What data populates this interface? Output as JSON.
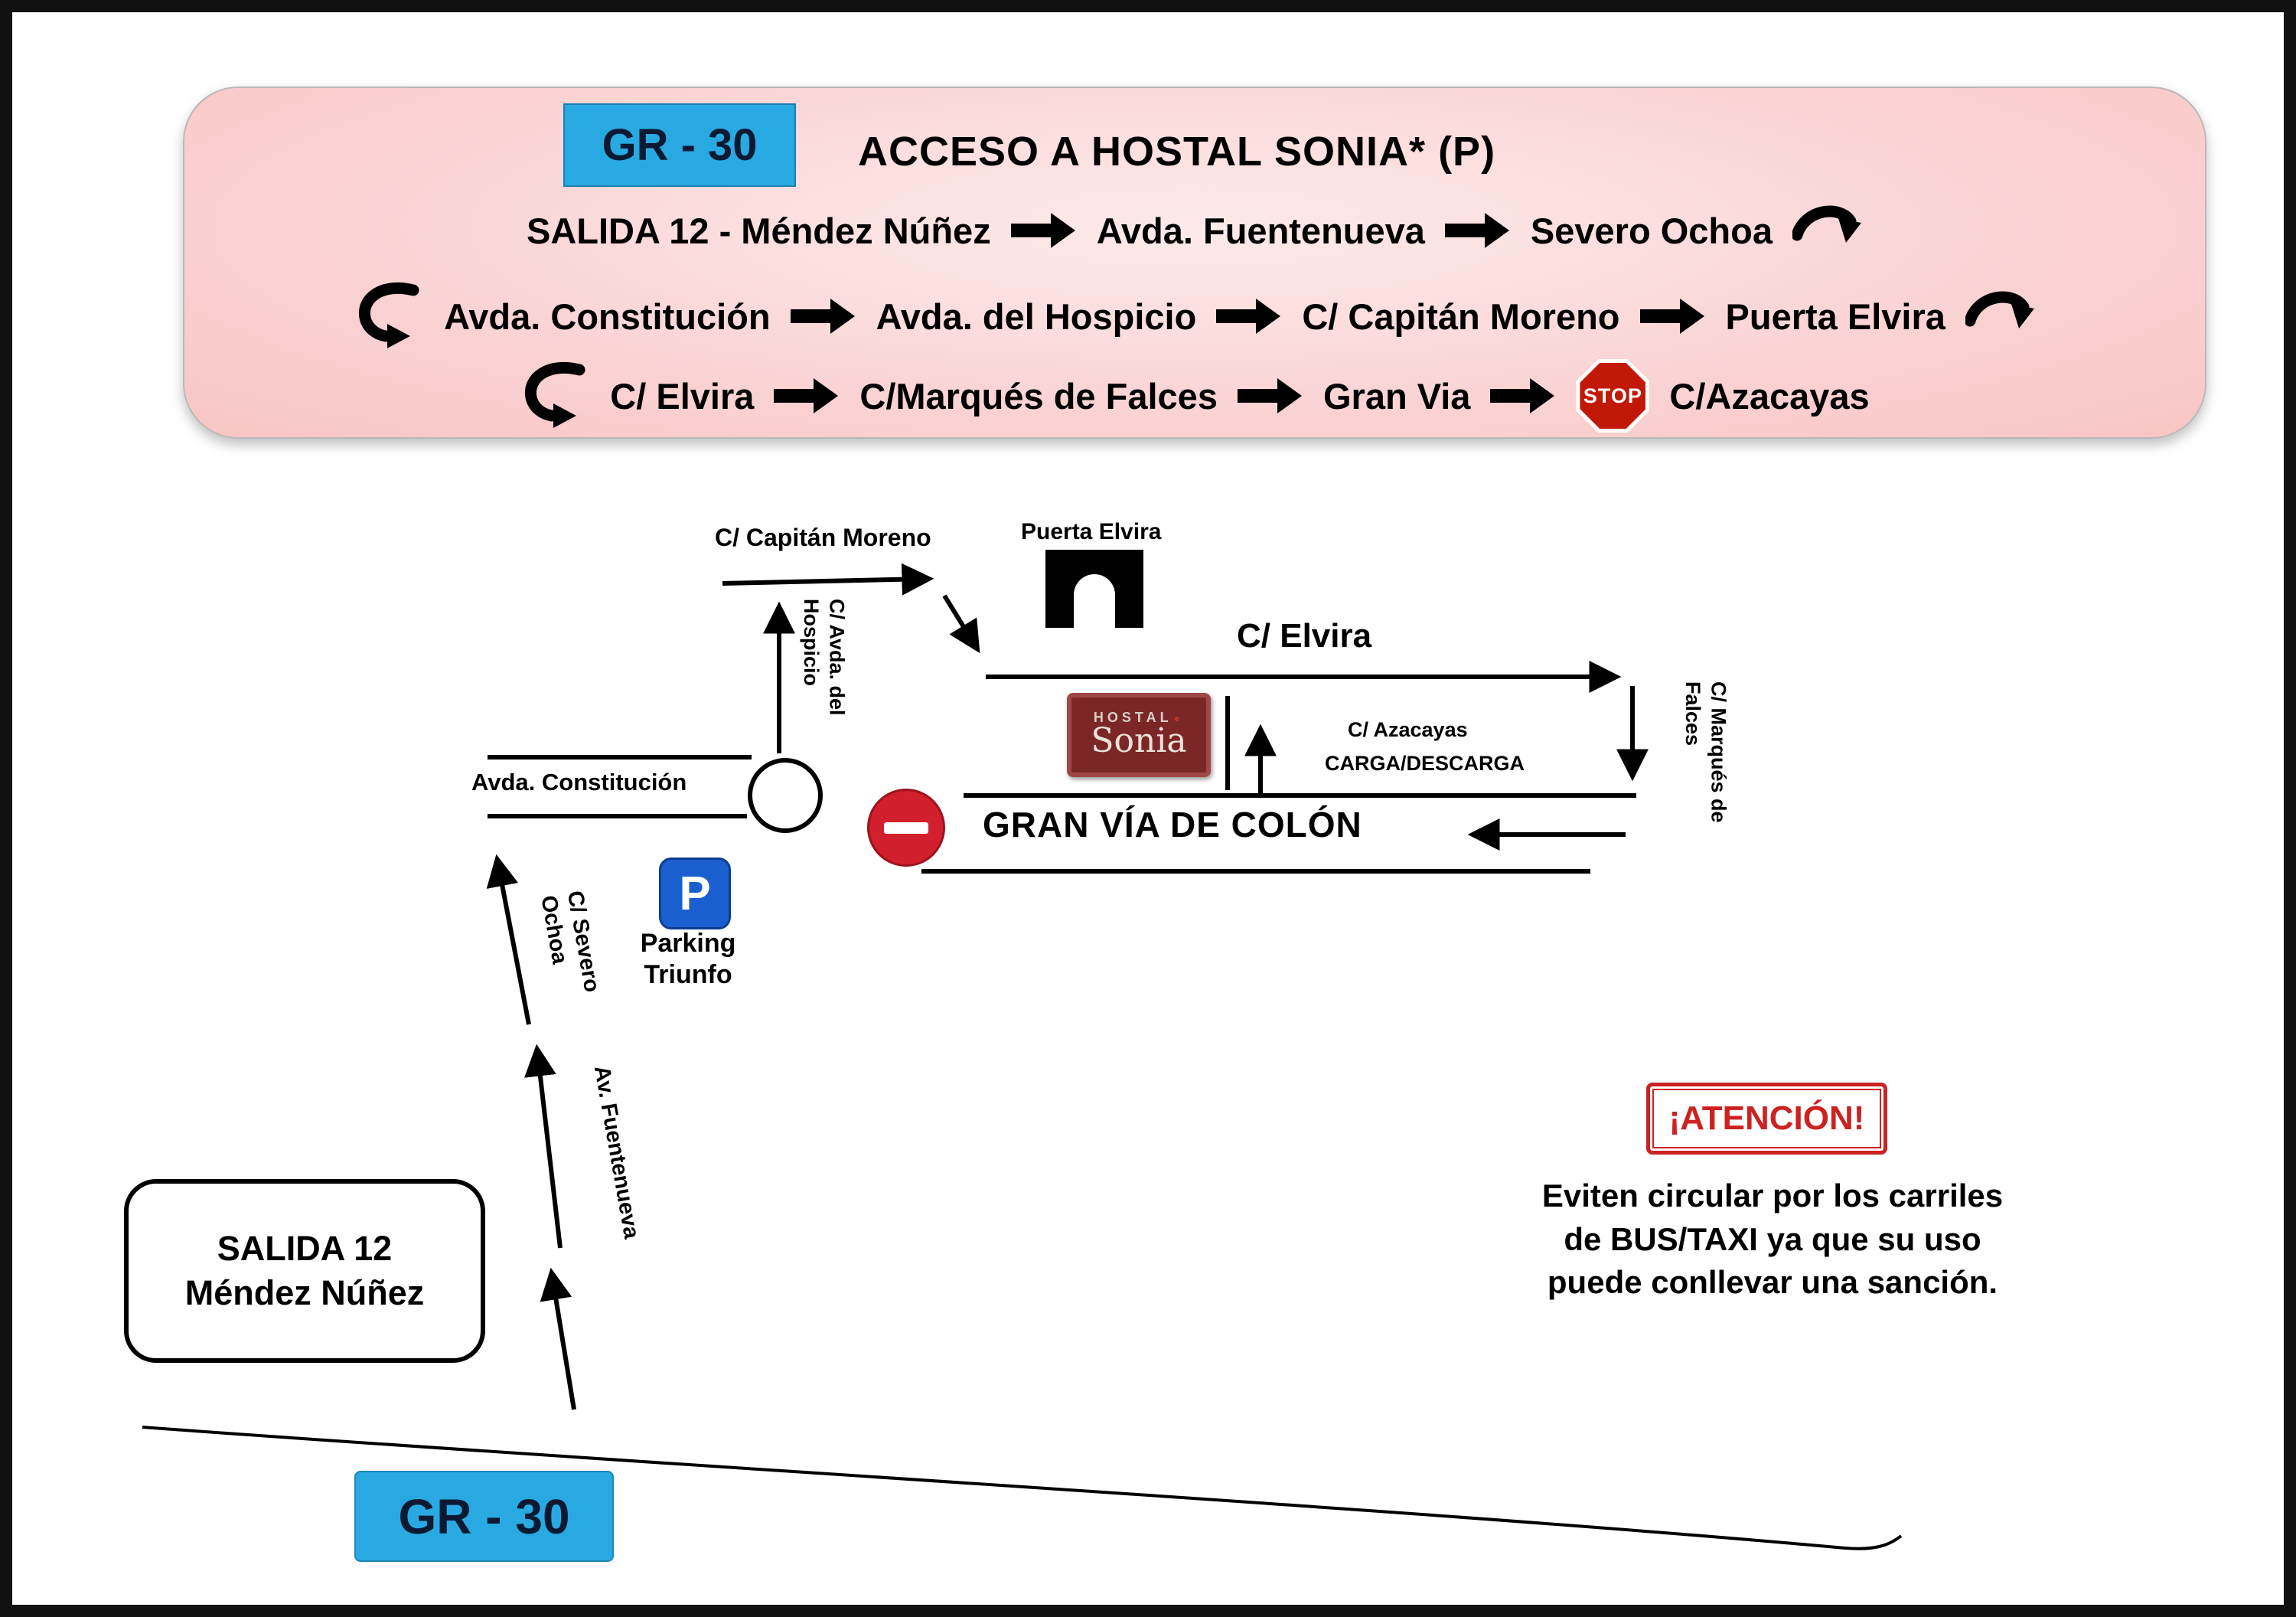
{
  "colors": {
    "header_pink": "#f7b9b9",
    "badge_blue": "#29a9e1",
    "stop_red": "#c21807",
    "noentry_red": "#d21f2e",
    "hostal_maroon": "#7c2727",
    "parking_blue": "#1a5fd0",
    "attention_red": "#cc2222"
  },
  "header": {
    "badge": "GR - 30",
    "title": "ACCESO A HOSTAL SONIA* (P)",
    "row1": [
      "SALIDA 12 - Méndez Núñez",
      "Avda. Fuentenueva",
      "Severo Ochoa"
    ],
    "row2": [
      "Avda. Constitución",
      "Avda. del Hospicio",
      "C/ Capitán Moreno",
      "Puerta Elvira"
    ],
    "row3": [
      "C/ Elvira",
      "C/Marqués de Falces",
      "Gran Via",
      "C/Azacayas"
    ],
    "stop": "STOP"
  },
  "map": {
    "labels": {
      "capitan_moreno": "C/ Capitán Moreno",
      "puerta_elvira": "Puerta Elvira",
      "hospicio": "C/ Avda. del\nHospicio",
      "elvira": "C/ Elvira",
      "azacayas": "C/ Azacayas",
      "carga_descarga": "CARGA/DESCARGA",
      "constitucion": "Avda. Constitución",
      "gran_via": "GRAN VÍA DE COLÓN",
      "marques_falces": "C/ Marqués de\nFalces",
      "parking": "Parking\nTriunfo",
      "parking_p": "P",
      "severo_ochoa": "C/ Severo\nOchoa",
      "fuentenueva": "Av. Fuentenueva",
      "salida": "SALIDA 12\nMéndez Núñez",
      "gr30": "GR - 30"
    },
    "hostal": {
      "line1": "HOSTAL",
      "line2": "Sonia"
    }
  },
  "attention": {
    "title": "¡ATENCIÓN!",
    "body": "Eviten circular por los carriles\nde BUS/TAXI ya que su uso\npuede conllevar una sanción."
  }
}
